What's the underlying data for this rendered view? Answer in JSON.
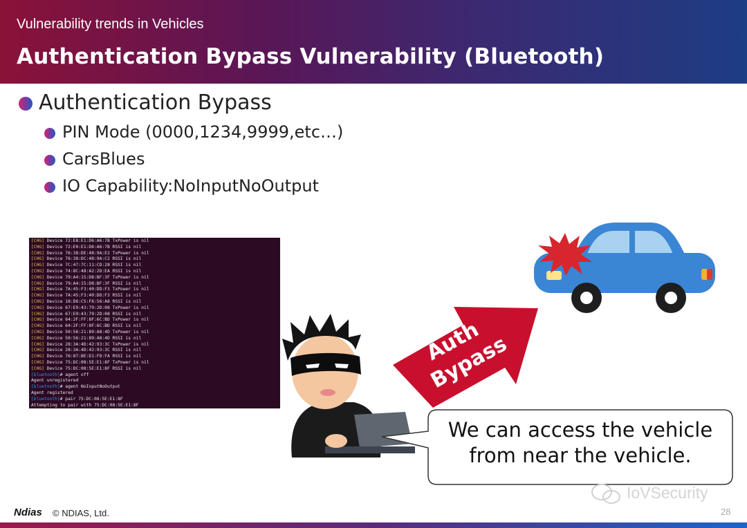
{
  "header": {
    "subtitle": "Vulnerability trends in Vehicles",
    "title": "Authentication Bypass Vulnerability (Bluetooth)"
  },
  "bullets": {
    "main": "Authentication Bypass",
    "items": [
      "PIN Mode (0000,1234,9999,etc…)",
      "CarsBlues",
      "IO Capability:NoInputNoOutput"
    ]
  },
  "terminal": {
    "lines": [
      {
        "tag": "[CHG]",
        "text": " Device 72:E8:E1:D6:A6:7B TxPower is nil"
      },
      {
        "tag": "[CHG]",
        "text": " Device 72:E0:E1:D6:A6:7B RSSI is nil"
      },
      {
        "tag": "[CHG]",
        "text": " Device 76:38:DE:48:9A:E2 TxPower is nil"
      },
      {
        "tag": "[CHG]",
        "text": " Device 76:38:DC:48:9A:C2 RSSI is nil"
      },
      {
        "tag": "[CHG]",
        "text": " Device 7C:47:7C:11:CD:28 RSSI is nil"
      },
      {
        "tag": "[CHG]",
        "text": " Device 74:8C:48:A2:2D:EA RSSI is nil"
      },
      {
        "tag": "[CHG]",
        "text": " Device 79:A4:15:D8:BF:3F TxPower is nil"
      },
      {
        "tag": "[CHG]",
        "text": " Device 79:A4:15:D8:BF:3F RSSI is nil"
      },
      {
        "tag": "[CHG]",
        "text": " Device 7A:45:F3:40:DD:F3 TxPower is nil"
      },
      {
        "tag": "[CHG]",
        "text": " Device 7A:45:F3:40:DD:F3 RSSI is nil"
      },
      {
        "tag": "[CHG]",
        "text": " Device 18:D6:C5:F6:56:A8 RSSI is nil"
      },
      {
        "tag": "[CHG]",
        "text": " Device 67:E9:43:79:2D:08 TxPower is nil"
      },
      {
        "tag": "[CHG]",
        "text": " Device 67:E9:43:79:2D:08 RSSI is nil"
      },
      {
        "tag": "[CHG]",
        "text": " Device 64:2F:FF:8F:6C:BD TxPower is nil"
      },
      {
        "tag": "[CHG]",
        "text": " Device 64:2F:FF:8F:6C:BD RSSI is nil"
      },
      {
        "tag": "[CHG]",
        "text": " Device 50:56:21:89:A8:4D TxPower is nil"
      },
      {
        "tag": "[CHG]",
        "text": " Device 50:56:21:89:A8:4D RSSI is nil"
      },
      {
        "tag": "[CHG]",
        "text": " Device 28:3A:4D:42:93:3C TxPower is nil"
      },
      {
        "tag": "[CHG]",
        "text": " Device 28:3A:4D:42:93:3C RSSI is nil"
      },
      {
        "tag": "[CHG]",
        "text": " Device 76:87:BE:D1:FD:FA RSSI is nil"
      },
      {
        "tag": "[CHG]",
        "text": " Device 75:DC:08:5E:E1:8F TxPower is nil"
      },
      {
        "tag": "[CHG]",
        "text": " Device 75:DC:08:5E:E1:8F RSSI is nil"
      },
      {
        "tag": "[bluetooth]",
        "text": "# agent off"
      },
      {
        "tag": "",
        "text": "Agent unregistered"
      },
      {
        "tag": "[bluetooth]",
        "text": "# agent NoInputNoOutput"
      },
      {
        "tag": "",
        "text": "Agent registered"
      },
      {
        "tag": "[bluetooth]",
        "text": "# pair 75:DC:08:5E:E1:8F"
      },
      {
        "tag": "",
        "text": "Attempting to pair with 75:DC:08:5E:E1:8F"
      }
    ]
  },
  "arrow": {
    "line1": "Auth",
    "line2": "Bypass",
    "color": "#c8102e"
  },
  "bubble": {
    "line1": "We can access the vehicle",
    "line2": "from near the vehicle."
  },
  "footer": {
    "logo": "Ndias",
    "copyright": "© NDIAS, Ltd.",
    "page": "28"
  },
  "watermark": "IoVSecurity",
  "colors": {
    "car": "#3a86d4",
    "crash": "#d8262e",
    "bullet_gradient": [
      "#d6236b",
      "#2258c5"
    ]
  }
}
